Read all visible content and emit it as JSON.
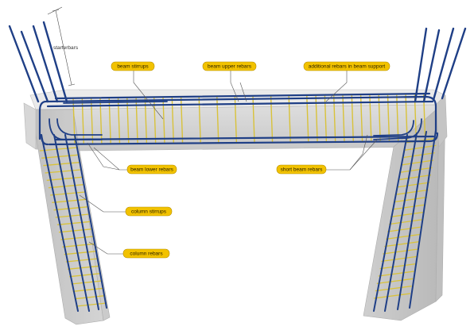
{
  "labels": {
    "starterbars": "starterbars",
    "beam_stirrups": "beam stirrups",
    "beam_upper_rebars": "beam upper rebars",
    "additional_rebars": "additional rebars in beam support",
    "beam_lower_rebars": "beam lower rebars",
    "short_beam_rebars": "short beam rebars",
    "column_stirrups": "column stirrups",
    "column_rebars": "column rebars"
  },
  "colors": {
    "callout_fill": "#f2c200",
    "callout_stroke": "#b58f00",
    "rebar_main": "#1f3f86",
    "stirrup": "#d8c23a",
    "concrete": "#bfbfbf"
  }
}
